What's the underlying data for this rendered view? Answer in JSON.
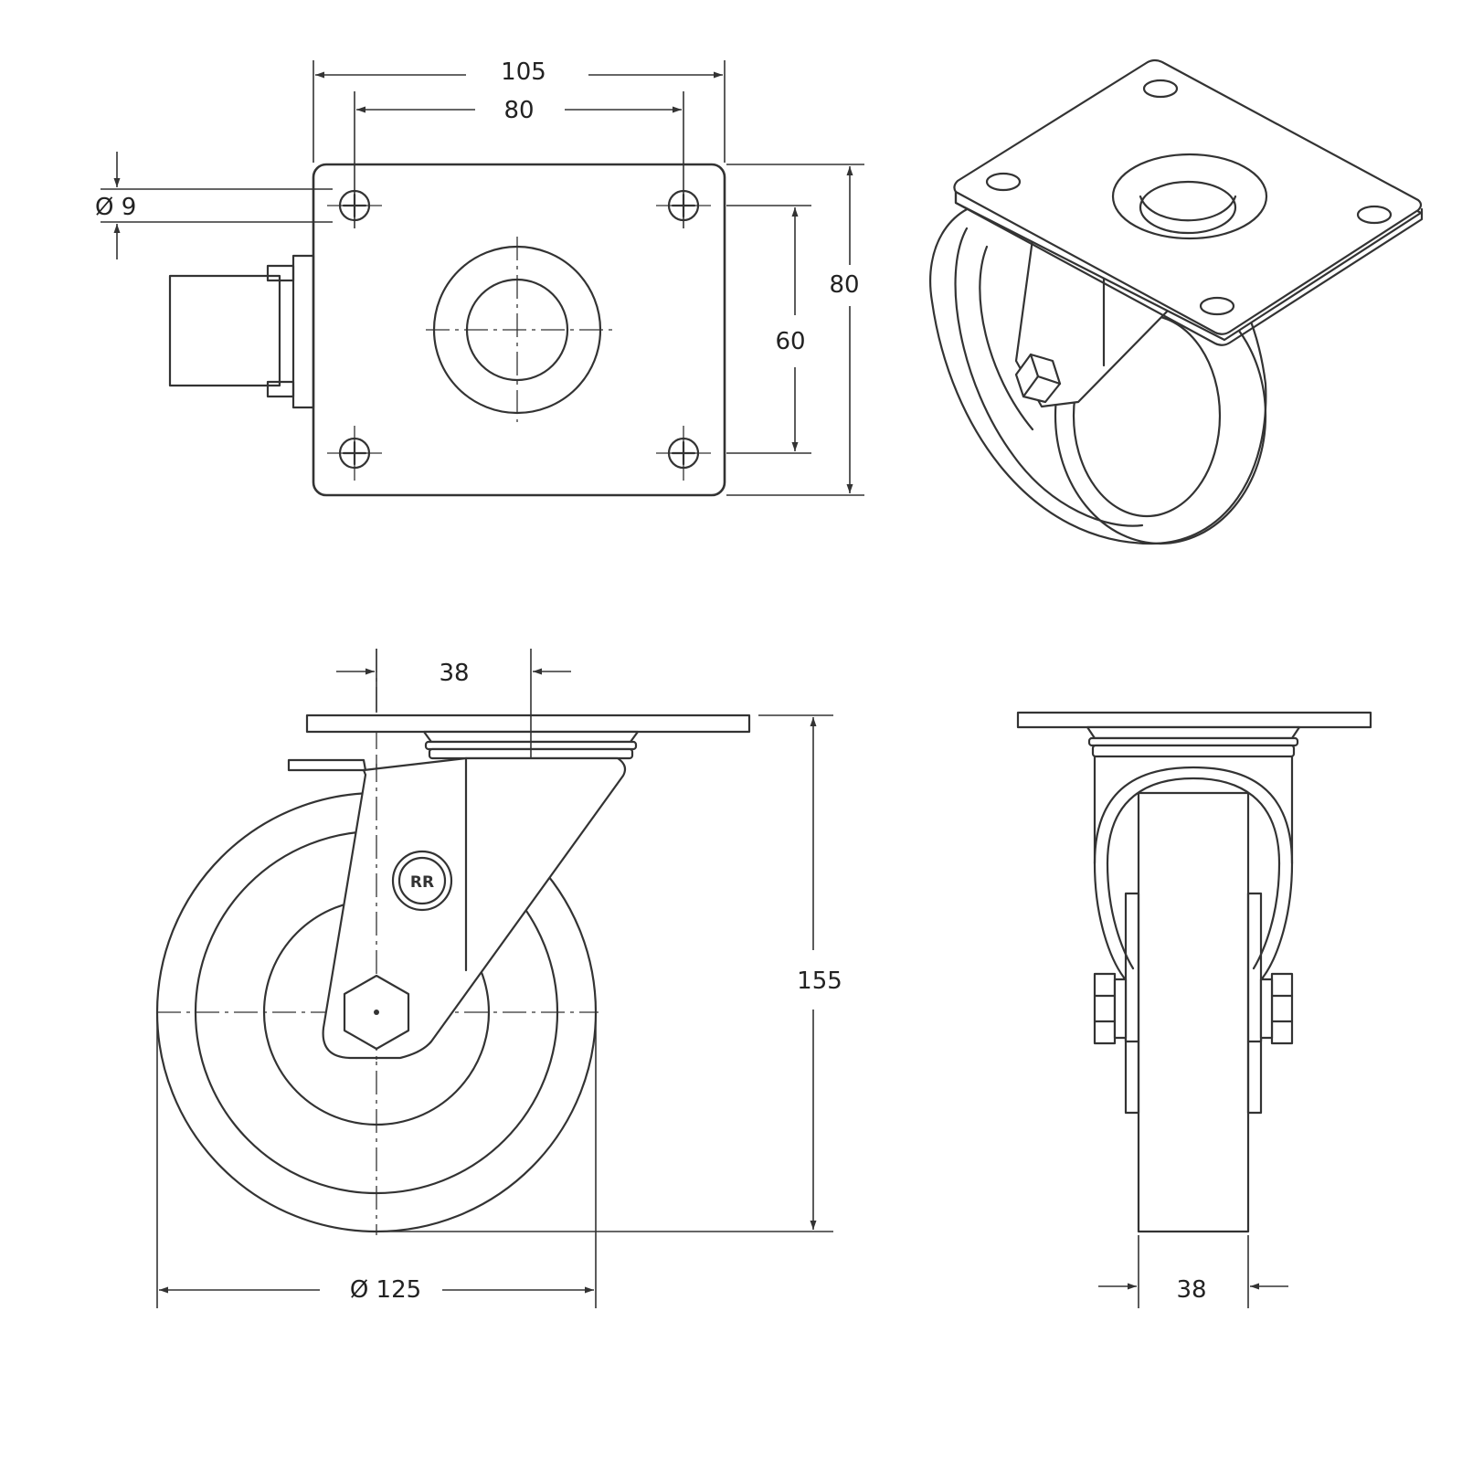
{
  "dimensions": {
    "plate_width": "105",
    "hole_spacing_width": "80",
    "hole_diameter": "Ø 9",
    "plate_height": "80",
    "hole_spacing_height": "60",
    "offset": "38",
    "overall_height": "155",
    "wheel_diameter": "Ø 125",
    "wheel_width": "38"
  },
  "logo": "RR"
}
